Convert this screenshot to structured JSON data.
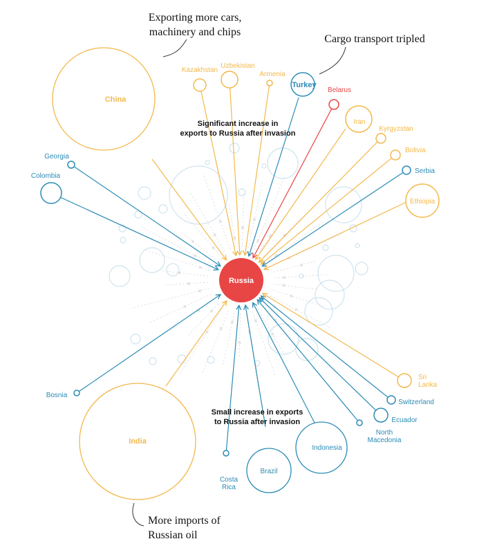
{
  "colors": {
    "orange": "#f2b84b",
    "blue": "#2a8bb5",
    "red": "#e84545",
    "faint": "#cfe3ee",
    "faint_x": "#d6d6d6"
  },
  "center": {
    "name": "Russia"
  },
  "annotations": {
    "china_note_line1": "Exporting more cars,",
    "china_note_line2": "machinery and chips",
    "turkey_note": "Cargo transport tripled",
    "india_note_line1": "More imports of",
    "india_note_line2": "Russian oil",
    "significant_line1": "Significant increase in",
    "significant_line2": "exports to Russia after invasion",
    "small_line1": "Small increase in exports",
    "small_line2": "to Russia after invasion"
  },
  "countries": [
    {
      "id": "china",
      "label_lines": [
        "China"
      ],
      "group": "orange"
    },
    {
      "id": "kazakhstan",
      "label_lines": [
        "Kazakhstan"
      ],
      "group": "orange"
    },
    {
      "id": "uzbekistan",
      "label_lines": [
        "Uzbekistan"
      ],
      "group": "orange"
    },
    {
      "id": "armenia",
      "label_lines": [
        "Armenia"
      ],
      "group": "orange"
    },
    {
      "id": "turkey",
      "label_lines": [
        "Turkey"
      ],
      "group": "blue"
    },
    {
      "id": "belarus",
      "label_lines": [
        "Belarus"
      ],
      "group": "red"
    },
    {
      "id": "iran",
      "label_lines": [
        "Iran"
      ],
      "group": "orange"
    },
    {
      "id": "kyrgyzstan",
      "label_lines": [
        "Kyrgyzstan"
      ],
      "group": "orange"
    },
    {
      "id": "bolivia",
      "label_lines": [
        "Bolivia"
      ],
      "group": "orange"
    },
    {
      "id": "serbia",
      "label_lines": [
        "Serbia"
      ],
      "group": "blue"
    },
    {
      "id": "ethiopia",
      "label_lines": [
        "Ethiopia"
      ],
      "group": "orange"
    },
    {
      "id": "georgia",
      "label_lines": [
        "Georgia"
      ],
      "group": "blue"
    },
    {
      "id": "colombia",
      "label_lines": [
        "Colombia"
      ],
      "group": "blue"
    },
    {
      "id": "bosnia",
      "label_lines": [
        "Bosnia"
      ],
      "group": "blue"
    },
    {
      "id": "india",
      "label_lines": [
        "India"
      ],
      "group": "orange"
    },
    {
      "id": "costa-rica",
      "label_lines": [
        "Costa",
        "Rica"
      ],
      "group": "blue"
    },
    {
      "id": "brazil",
      "label_lines": [
        "Brazil"
      ],
      "group": "blue"
    },
    {
      "id": "indonesia",
      "label_lines": [
        "Indonesia"
      ],
      "group": "blue"
    },
    {
      "id": "north-macedonia",
      "label_lines": [
        "North",
        "Macedonia"
      ],
      "group": "blue"
    },
    {
      "id": "ecuador",
      "label_lines": [
        "Ecuador"
      ],
      "group": "blue"
    },
    {
      "id": "switzerland",
      "label_lines": [
        "Switzerland"
      ],
      "group": "blue"
    },
    {
      "id": "sri-lanka",
      "label_lines": [
        "Sri",
        "Lanka"
      ],
      "group": "orange"
    }
  ]
}
